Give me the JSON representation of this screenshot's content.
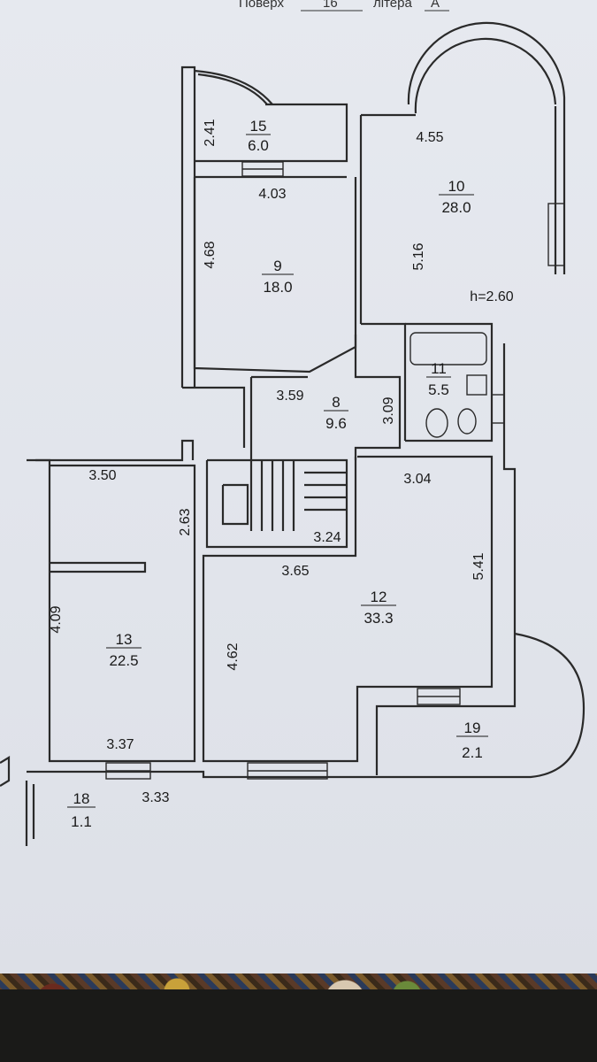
{
  "header": {
    "floor_label": "Поверх",
    "floor_value": "16",
    "litera_label": "літера",
    "litera_value": "А"
  },
  "rooms": {
    "r15": {
      "num": "15",
      "area": "6.0"
    },
    "r9": {
      "num": "9",
      "area": "18.0"
    },
    "r10": {
      "num": "10",
      "area": "28.0"
    },
    "r8": {
      "num": "8",
      "area": "9.6"
    },
    "r11": {
      "num": "11",
      "area": "5.5"
    },
    "r13": {
      "num": "13",
      "area": "22.5"
    },
    "r12": {
      "num": "12",
      "area": "33.3"
    },
    "r19": {
      "num": "19",
      "area": "2.1"
    },
    "r18": {
      "num": "18",
      "area": "1.1"
    }
  },
  "dims": {
    "d241": "2.41",
    "d403": "4.03",
    "d468": "4.68",
    "d455": "4.55",
    "d516": "5.16",
    "height": "h=2.60",
    "d359": "3.59",
    "d309": "3.09",
    "d350": "3.50",
    "d263": "2.63",
    "d304": "3.04",
    "d324": "3.24",
    "d365": "3.65",
    "d541": "5.41",
    "d409": "4.09",
    "d462": "4.62",
    "d337": "3.37",
    "d333": "3.33"
  }
}
